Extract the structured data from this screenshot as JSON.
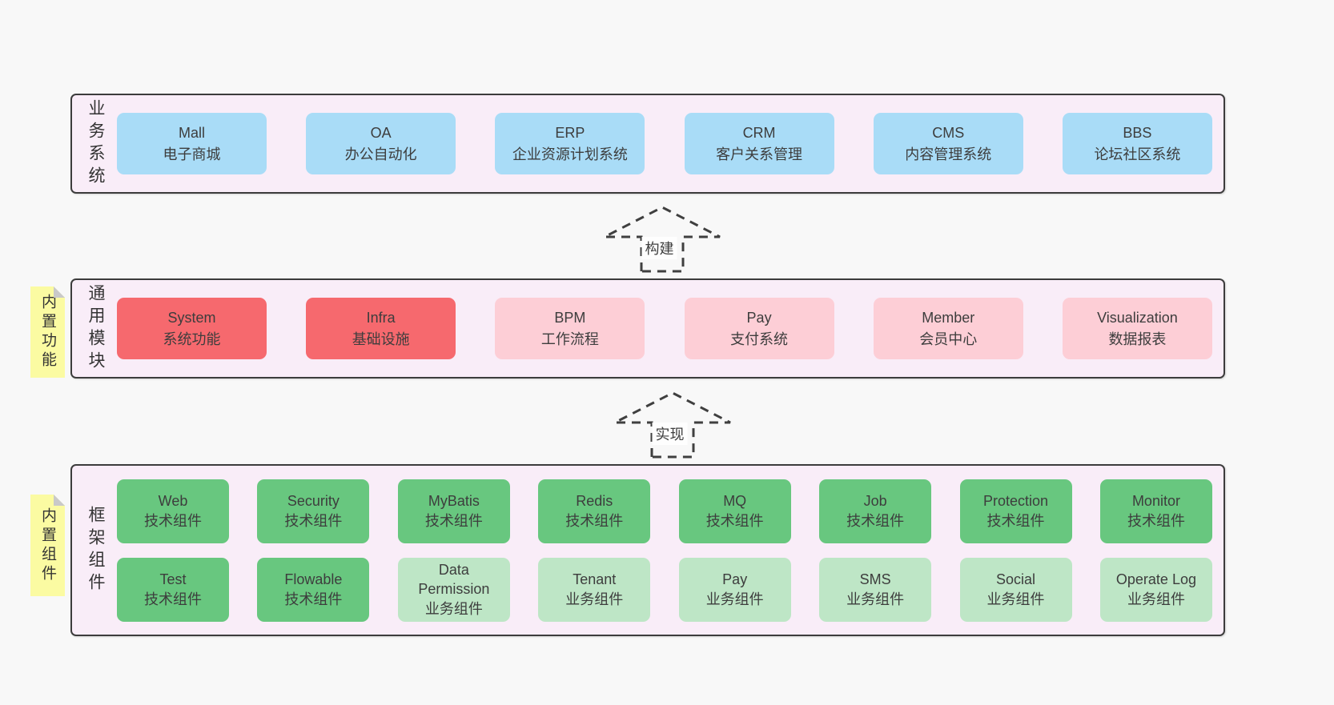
{
  "colors": {
    "page_bg": "#f8f8f8",
    "band_bg": "#f9edf8",
    "band_border": "#3c3c3c",
    "blue": "#a9dcf7",
    "red": "#f6696e",
    "pink": "#fdced6",
    "green": "#68c77f",
    "light_green": "#bee6c6",
    "sticky_yellow": "#fbfba2",
    "sticky_fold": "#c9c9c9",
    "text": "#3d3d3d"
  },
  "arrows": [
    {
      "label": "构建"
    },
    {
      "label": "实现"
    }
  ],
  "bands": {
    "business": {
      "label": "业务系统",
      "boxes": [
        {
          "name": "Mall",
          "desc": "电子商城",
          "variant": "blue"
        },
        {
          "name": "OA",
          "desc": "办公自动化",
          "variant": "blue"
        },
        {
          "name": "ERP",
          "desc": "企业资源计划系统",
          "variant": "blue"
        },
        {
          "name": "CRM",
          "desc": "客户关系管理",
          "variant": "blue"
        },
        {
          "name": "CMS",
          "desc": "内容管理系统",
          "variant": "blue"
        },
        {
          "name": "BBS",
          "desc": "论坛社区系统",
          "variant": "blue"
        }
      ]
    },
    "modules": {
      "label": "通用模块",
      "sticky": "内置功能",
      "boxes": [
        {
          "name": "System",
          "desc": "系统功能",
          "variant": "red"
        },
        {
          "name": "Infra",
          "desc": "基础设施",
          "variant": "red"
        },
        {
          "name": "BPM",
          "desc": "工作流程",
          "variant": "pink"
        },
        {
          "name": "Pay",
          "desc": "支付系统",
          "variant": "pink"
        },
        {
          "name": "Member",
          "desc": "会员中心",
          "variant": "pink"
        },
        {
          "name": "Visualization",
          "desc": "数据报表",
          "variant": "pink"
        }
      ]
    },
    "components": {
      "label": "框架组件",
      "sticky": "内置组件",
      "row1": [
        {
          "name": "Web",
          "desc": "技术组件",
          "variant": "green"
        },
        {
          "name": "Security",
          "desc": "技术组件",
          "variant": "green"
        },
        {
          "name": "MyBatis",
          "desc": "技术组件",
          "variant": "green"
        },
        {
          "name": "Redis",
          "desc": "技术组件",
          "variant": "green"
        },
        {
          "name": "MQ",
          "desc": "技术组件",
          "variant": "green"
        },
        {
          "name": "Job",
          "desc": "技术组件",
          "variant": "green"
        },
        {
          "name": "Protection",
          "desc": "技术组件",
          "variant": "green"
        },
        {
          "name": "Monitor",
          "desc": "技术组件",
          "variant": "green"
        }
      ],
      "row2": [
        {
          "name": "Test",
          "desc": "技术组件",
          "variant": "green"
        },
        {
          "name": "Flowable",
          "desc": "技术组件",
          "variant": "green"
        },
        {
          "name": "Data Permission",
          "desc": "业务组件",
          "variant": "light_green"
        },
        {
          "name": "Tenant",
          "desc": "业务组件",
          "variant": "light_green"
        },
        {
          "name": "Pay",
          "desc": "业务组件",
          "variant": "light_green"
        },
        {
          "name": "SMS",
          "desc": "业务组件",
          "variant": "light_green"
        },
        {
          "name": "Social",
          "desc": "业务组件",
          "variant": "light_green"
        },
        {
          "name": "Operate Log",
          "desc": "业务组件",
          "variant": "light_green"
        }
      ]
    }
  }
}
